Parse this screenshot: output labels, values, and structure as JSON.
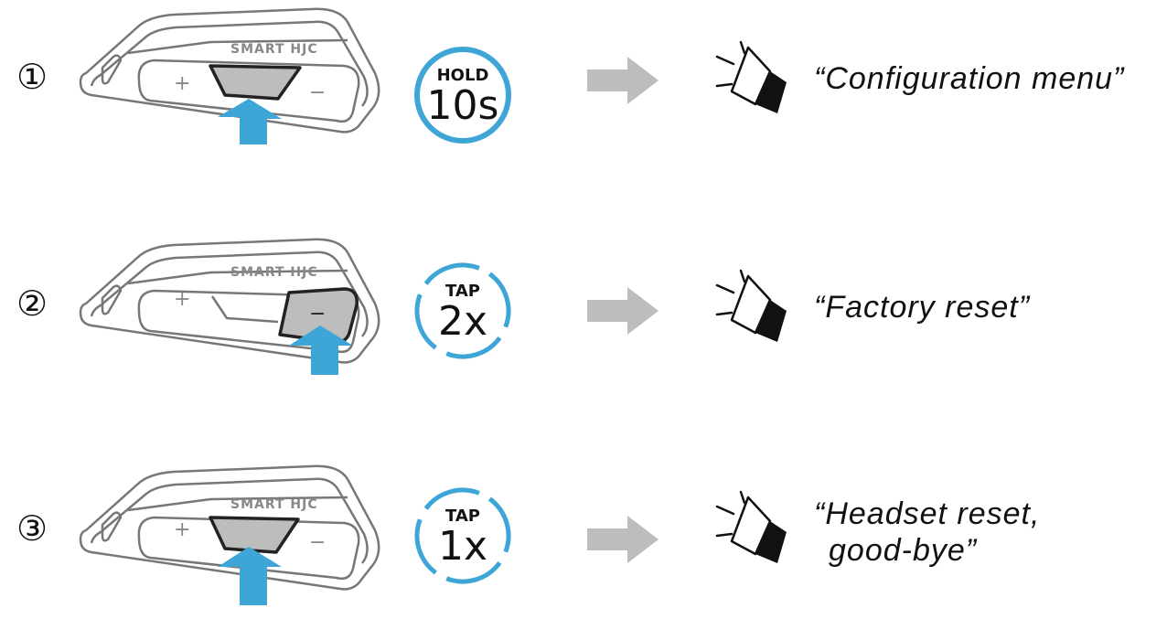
{
  "brand_label": "SMART HJC",
  "colors": {
    "accent_blue": "#3ea6d6",
    "arrow_grey": "#bdbdbd",
    "outline": "#222222",
    "device_line": "#777777"
  },
  "steps": [
    {
      "number": "①",
      "pressed_button": "center",
      "plus_label": "+",
      "minus_label": "−",
      "action": "HOLD",
      "amount": "10s",
      "badge_style": "solid",
      "voice_lines": [
        "“Configuration menu”"
      ]
    },
    {
      "number": "②",
      "pressed_button": "minus",
      "plus_label": "+",
      "minus_label": "−",
      "action": "TAP",
      "amount": "2x",
      "badge_style": "broken",
      "voice_lines": [
        "“Factory reset”"
      ]
    },
    {
      "number": "③",
      "pressed_button": "center",
      "plus_label": "+",
      "minus_label": "−",
      "action": "TAP",
      "amount": "1x",
      "badge_style": "broken",
      "voice_lines": [
        "“Headset reset,",
        "good-bye”"
      ]
    }
  ]
}
